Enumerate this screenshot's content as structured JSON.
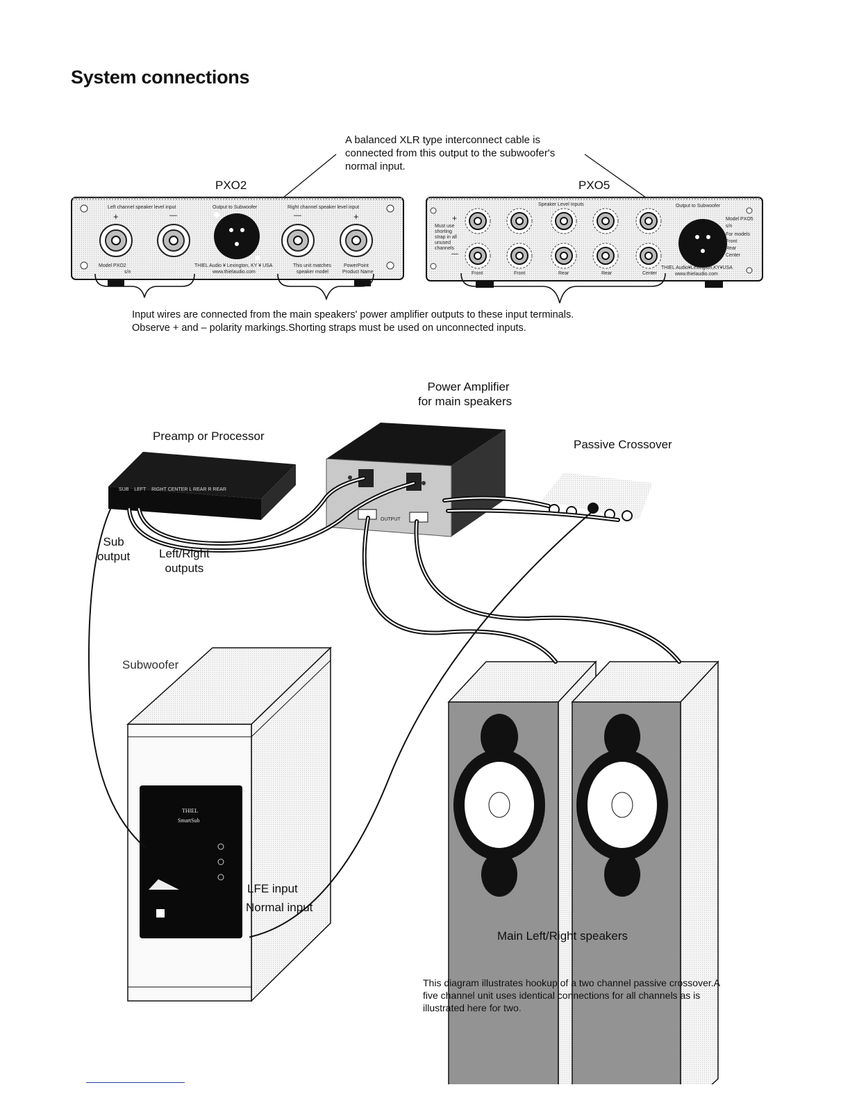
{
  "page": {
    "title": "System connections",
    "xlr_note": [
      "A balanced XLR type interconnect cable is",
      "connected from this output to the subwoofer's",
      "normal input."
    ],
    "input_note": [
      "Input wires are connected from the main speakers' power amplifier outputs to these input terminals.",
      "Observe + and – polarity markings.Shorting straps must be used on unconnected inputs."
    ],
    "footnote": [
      "This diagram illustrates hookup of a two channel passive crossover.A",
      "five channel unit  uses identical connections for all channels as is",
      "illustrated here for two."
    ]
  },
  "pxo2": {
    "name": "PXO2",
    "left_input_label": "Left channel speaker level input",
    "output_label": "Output to Subwoofer",
    "right_input_label": "Right channel speaker level input",
    "plus": "+",
    "minus": "—",
    "model": "Model  PXO2",
    "serial": "s/n",
    "maker": "THIEL Audio ¥ Lexington, KY ¥ USA",
    "web": "www.thielaudio.com",
    "match_1": "This unit matches",
    "match_2": "speaker model",
    "pp_1": "PowerPoint",
    "pp_2": "Product Name"
  },
  "pxo5": {
    "name": "PXO5",
    "inputs_label": "Speaker Level Inputs",
    "output_label": "Output to Subwoofer",
    "plus": "+",
    "minus": "—",
    "strap_note": [
      "Must use",
      "shorting",
      "strap in all",
      "unused",
      "channels"
    ],
    "channels": [
      "Front",
      "Front",
      "Rear",
      "Rear",
      "Center"
    ],
    "model": "Model  PXO5",
    "serial": "s/n",
    "for_models": "For models",
    "side_front": "Front",
    "side_rear": "Rear",
    "side_center": "Center",
    "maker": "THIEL Audio¥Lexington,KY¥USA",
    "web": "www.thielaudio.com"
  },
  "scene": {
    "power_amp": [
      "Power Amplifier",
      "for main speakers"
    ],
    "preamp": "Preamp or Processor",
    "passive_crossover": "Passive Crossover",
    "sub_output": [
      "Sub",
      "output"
    ],
    "lr_outputs": [
      "Left/Right",
      "outputs"
    ],
    "subwoofer": "Subwoofer",
    "lfe_input": "LFE input",
    "normal_input": "Normal input",
    "main_speakers": "Main Left/Right speakers",
    "amp_output": "OUTPUT",
    "preamp_jacks": [
      "SUB",
      "LEFT",
      "RIGHT",
      "CENTER",
      "L REAR",
      "R REAR"
    ],
    "sub_brand": "THIEL",
    "sub_model": "SmartSub"
  }
}
